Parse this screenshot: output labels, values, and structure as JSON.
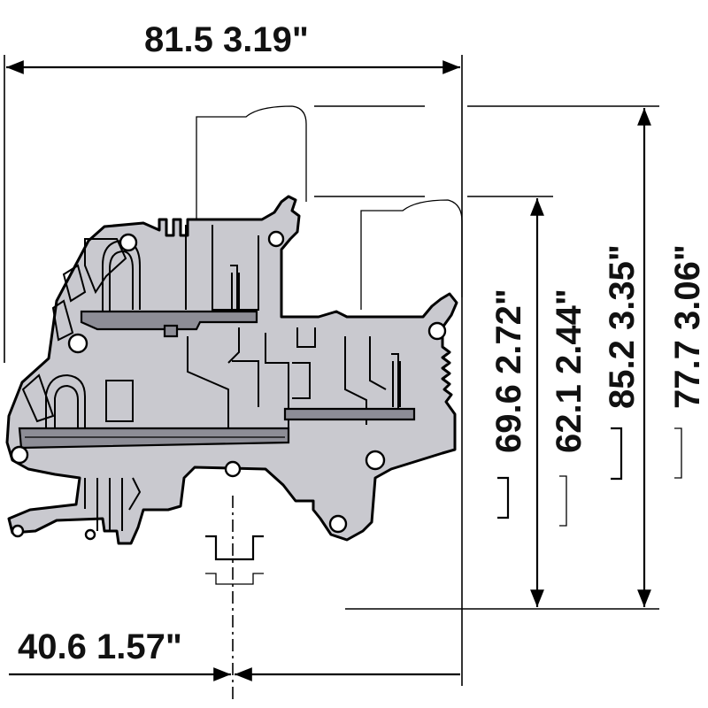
{
  "dimensions": {
    "width_top": "81.5 3.19\"",
    "width_bottom": "40.6 1.57\"",
    "height_a": "69.6 2.72\"",
    "height_b": "62.1 2.44\"",
    "height_c": "85.2 3.35\"",
    "height_d": "77.7 3.06\""
  },
  "colors": {
    "body": "#c9c9cf",
    "bar": "#8d8d96",
    "line": "#000000"
  }
}
